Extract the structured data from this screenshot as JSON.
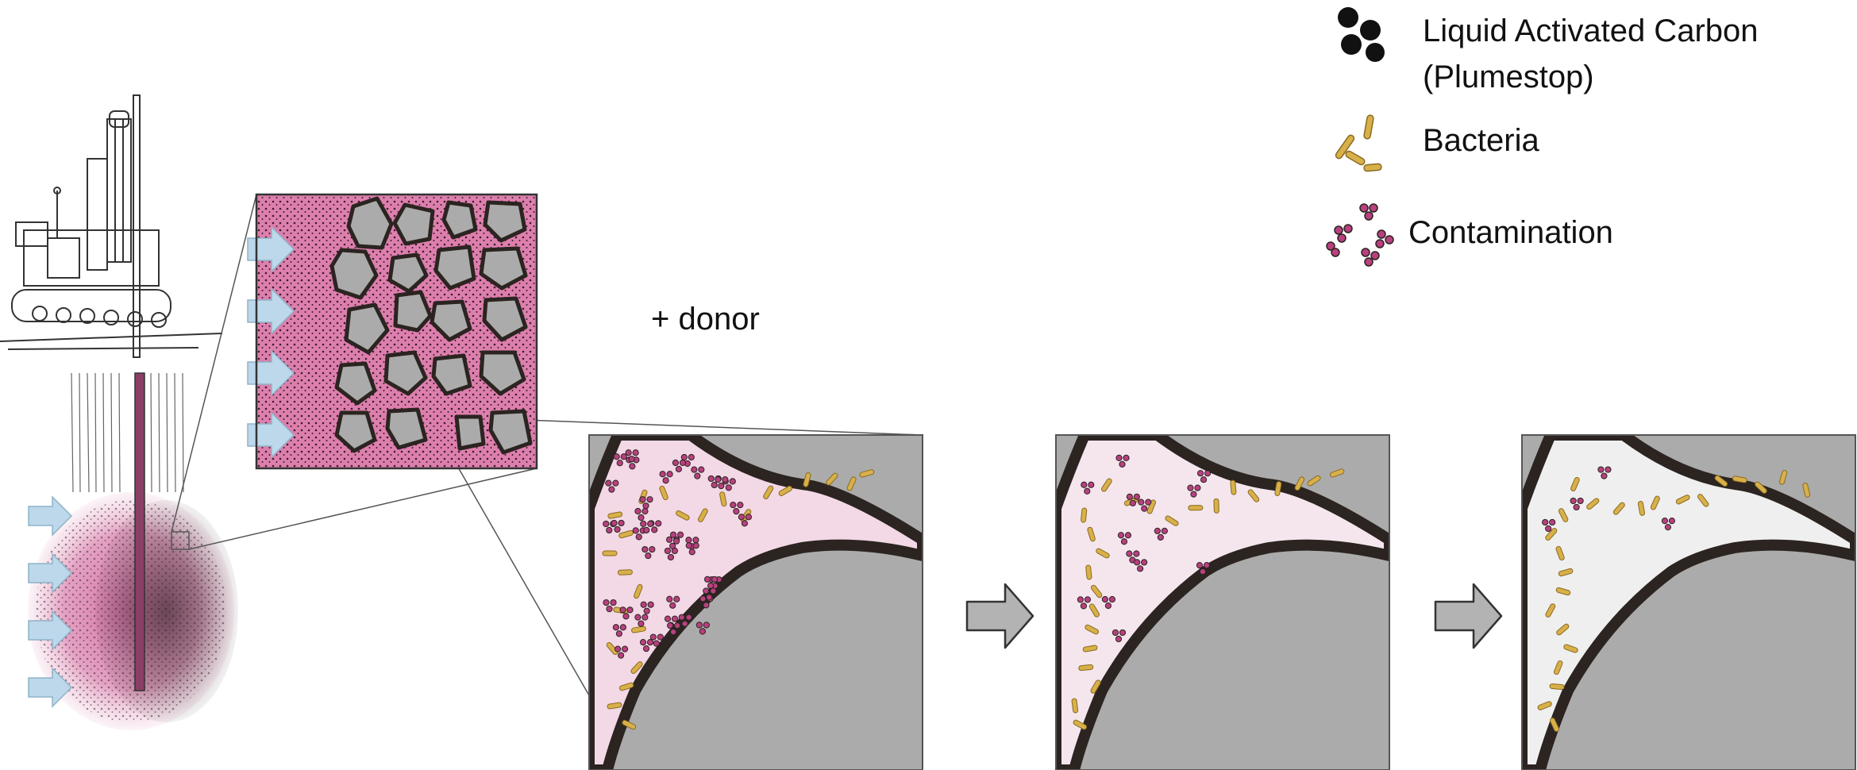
{
  "legend": {
    "carbon_line1": "Liquid Activated Carbon",
    "carbon_line2": "(Plumestop)",
    "bacteria": "Bacteria",
    "contamination": "Contamination"
  },
  "annotation": {
    "donor": "+ donor"
  },
  "colors": {
    "contaminated_water": "#dd7fad",
    "soil_grain": "#ababab",
    "carbon": "#2b2420",
    "bacteria": "#d8b04a",
    "contaminant": "#b8407f",
    "flow_arrow": "#bcd8ea",
    "stage1_pore": "#f3d8e6",
    "stage2_pore": "#f5e6ee",
    "stage3_pore": "#efefef"
  },
  "icons": [
    "drilling-rig-icon",
    "flow-arrow-icon",
    "process-arrow-icon",
    "carbon-particles-icon",
    "bacteria-icon",
    "contaminant-molecule-icon"
  ]
}
